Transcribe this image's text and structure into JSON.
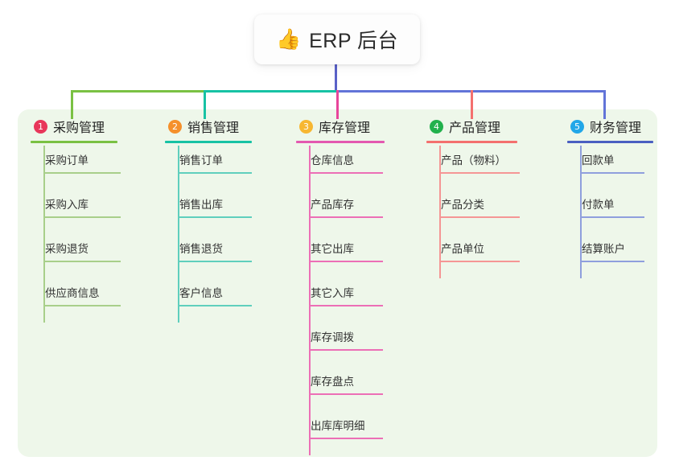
{
  "root": {
    "icon": "thumbs-up-icon",
    "emoji": "👍",
    "title": "ERP 后台"
  },
  "palette": {
    "panel_bg": "#eef7ea",
    "page_bg": "#ffffff",
    "root_bar": "#5a61c8",
    "green": "#7ac143",
    "teal": "#17c2a4",
    "pink": "#e84393",
    "red": "#f4706e",
    "blue": "#6274d8"
  },
  "columns": [
    {
      "index": "1",
      "title": "采购管理",
      "badge_color": "#e8365a",
      "line_color": "#7ac143",
      "leaf_line_color": "#a8cf8a",
      "drop_color": "#7ac143",
      "items": [
        "采购订单",
        "采购入库",
        "采购退货",
        "供应商信息"
      ]
    },
    {
      "index": "2",
      "title": "销售管理",
      "badge_color": "#f5902b",
      "line_color": "#17c2a4",
      "leaf_line_color": "#5fcfbd",
      "drop_color": "#17c2a4",
      "items": [
        "销售订单",
        "销售出库",
        "销售退货",
        "客户信息"
      ]
    },
    {
      "index": "3",
      "title": "库存管理",
      "badge_color": "#f7b731",
      "line_color": "#e358b0",
      "leaf_line_color": "#ec6fb6",
      "drop_color": "#e8459b",
      "items": [
        "仓库信息",
        "产品库存",
        "其它出库",
        "其它入库",
        "库存调拨",
        "库存盘点",
        "出库库明细"
      ]
    },
    {
      "index": "4",
      "title": "产品管理",
      "badge_color": "#22b14c",
      "line_color": "#f4706e",
      "leaf_line_color": "#f59695",
      "drop_color": "#f4706e",
      "items": [
        "产品（物料）",
        "产品分类",
        "产品单位"
      ]
    },
    {
      "index": "5",
      "title": "财务管理",
      "badge_color": "#22a7e8",
      "line_color": "#4a5fc1",
      "leaf_line_color": "#8f9fdd",
      "drop_color": "#6274d8",
      "items": [
        "回款单",
        "付款单",
        "结算账户"
      ]
    }
  ]
}
